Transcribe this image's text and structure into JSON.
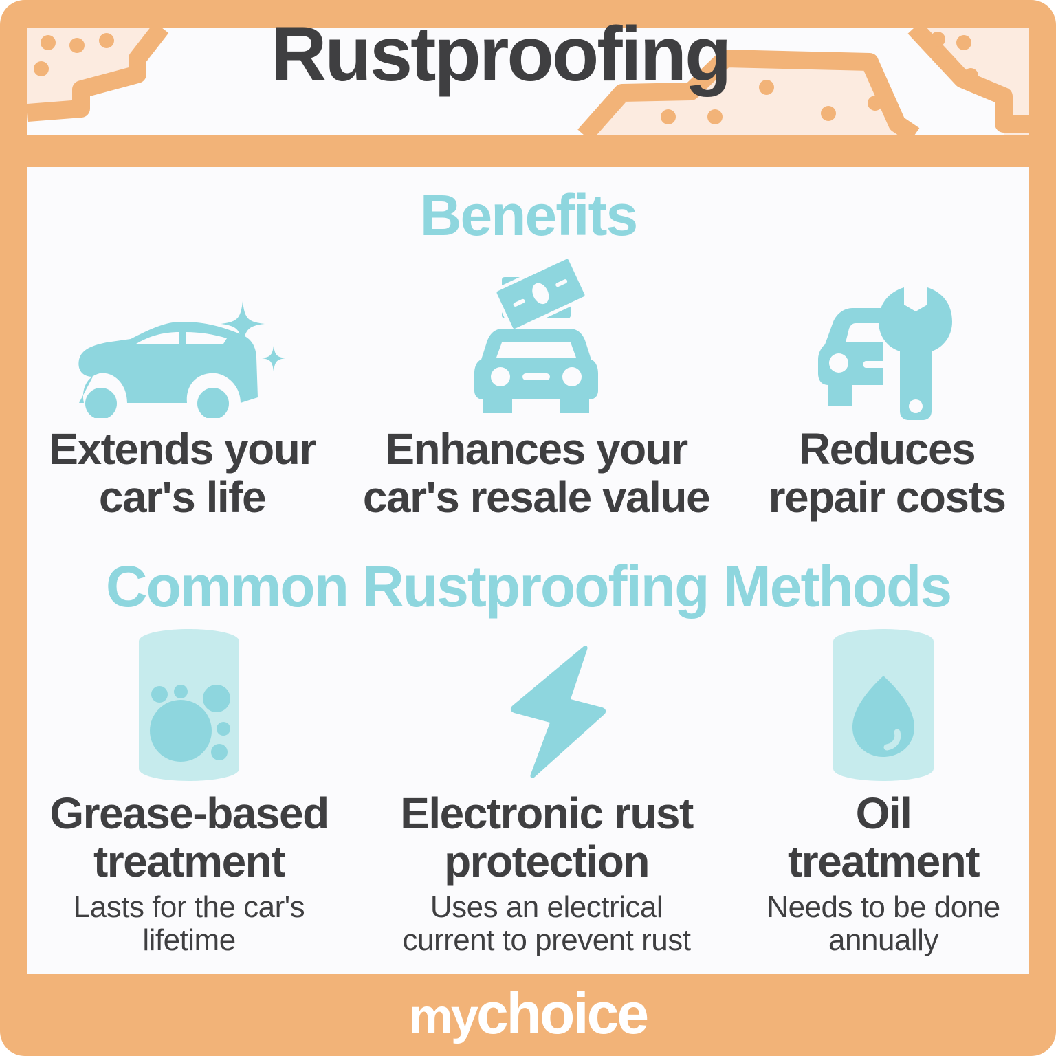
{
  "title": "Rustproofing",
  "colors": {
    "frame": "#f2b378",
    "panel": "#fbfbfd",
    "accent_teal": "#8ed6de",
    "accent_teal_light": "#c6ebed",
    "text_dark": "#3f3f41",
    "deco_light": "#fcebe0"
  },
  "benefits": {
    "heading": "Benefits",
    "items": [
      {
        "icon": "car-sparkle-icon",
        "line1": "Extends your",
        "line2": "car's life"
      },
      {
        "icon": "car-money-icon",
        "line1": "Enhances your",
        "line2": "car's resale value"
      },
      {
        "icon": "car-wrench-icon",
        "line1": "Reduces",
        "line2": "repair costs"
      }
    ]
  },
  "methods": {
    "heading": "Common Rustproofing Methods",
    "items": [
      {
        "icon": "grease-barrel-icon",
        "title1": "Grease-based",
        "title2": "treatment",
        "desc1": "Lasts for the car's",
        "desc2": "lifetime"
      },
      {
        "icon": "lightning-bolt-icon",
        "title1": "Electronic rust",
        "title2": "protection",
        "desc1": "Uses an electrical",
        "desc2": "current to prevent rust"
      },
      {
        "icon": "oil-barrel-icon",
        "title1": "Oil",
        "title2": "treatment",
        "desc1": "Needs to be done",
        "desc2": "annually"
      }
    ]
  },
  "footer": {
    "logo_my": "my",
    "logo_choice": "choice"
  }
}
